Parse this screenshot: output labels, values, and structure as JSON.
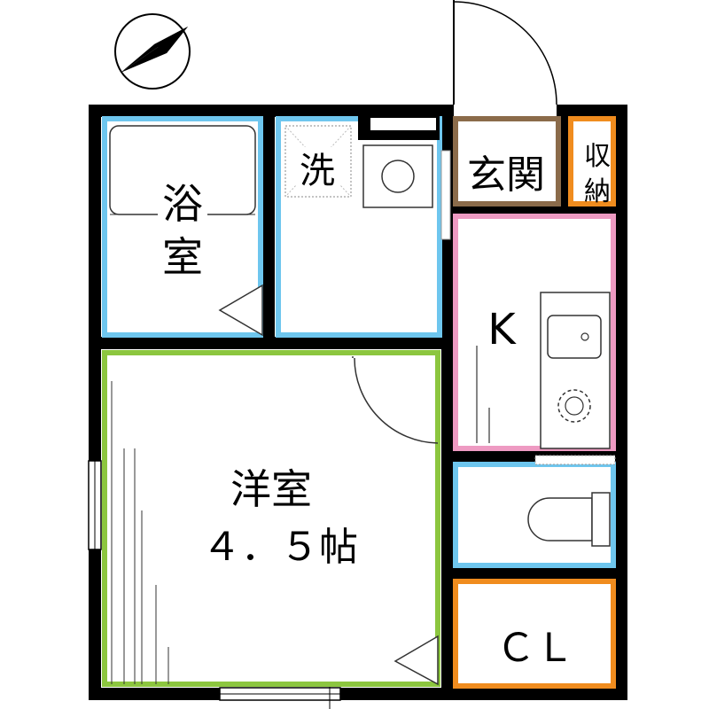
{
  "rooms": {
    "bath": {
      "label_line1": "浴",
      "label_line2": "室",
      "color": "#6ec6ee"
    },
    "washroom": {
      "label": "洗",
      "color": "#6ec6ee"
    },
    "entrance": {
      "label": "玄関",
      "color": "#8b6b4a"
    },
    "storage": {
      "label_line1": "収",
      "label_line2": "納",
      "color": "#f08c1e"
    },
    "kitchen": {
      "label": "K",
      "color": "#ee9ac2"
    },
    "toilet": {
      "label": "",
      "color": "#6ec6ee"
    },
    "closet": {
      "label": "ＣＬ",
      "color": "#f08c1e"
    },
    "western_room": {
      "label_line1": "洋室",
      "label_line2": "４．５帖",
      "color": "#8cc63f"
    }
  },
  "icons": {
    "compass": "north-arrow-icon",
    "bathtub": "bathtub-icon",
    "washer": "washing-machine-icon",
    "sink": "sink-icon",
    "stove": "gas-stove-icon",
    "toilet": "toilet-icon"
  },
  "colors": {
    "wall": "#000000",
    "background": "#ffffff",
    "fixture": "#333333"
  }
}
